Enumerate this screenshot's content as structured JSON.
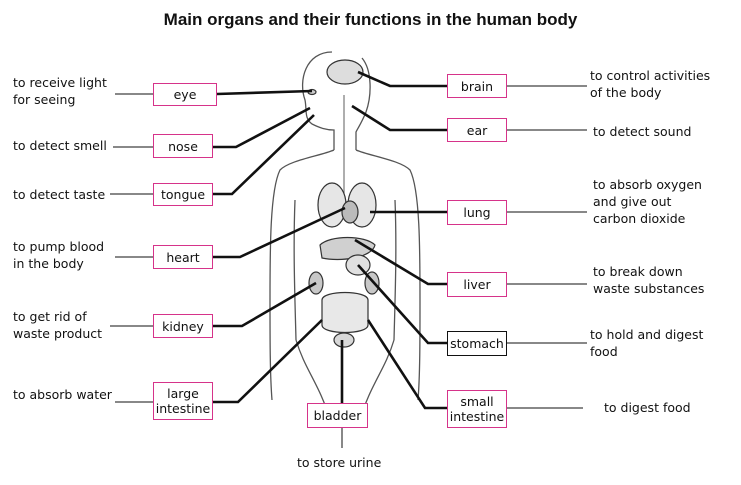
{
  "title": "Main organs and their functions in the human body",
  "organs": {
    "eye": "eye",
    "nose": "nose",
    "tongue": "tongue",
    "heart": "heart",
    "kidney": "kidney",
    "large_intestine": "large\nintestine",
    "bladder": "bladder",
    "brain": "brain",
    "ear": "ear",
    "lung": "lung",
    "liver": "liver",
    "stomach": "stomach",
    "small_intestine": "small\nintestine"
  },
  "functions": {
    "eye": "to receive light\nfor seeing",
    "nose": "to detect smell",
    "tongue": "to detect taste",
    "heart": "to pump blood\nin the body",
    "kidney": "to get rid of\nwaste product",
    "large_intestine": "to absorb water",
    "bladder": "to store urine",
    "brain": "to control activities\nof the body",
    "ear": "to detect sound",
    "lung": "to absorb oxygen\nand give out\ncarbon dioxide",
    "liver": "to break down\nwaste substances",
    "stomach": "to hold and digest\nfood",
    "small_intestine": "to digest food"
  },
  "colors": {
    "label_border": "#d6338a",
    "stomach_border": "#111111",
    "lines": "#111111"
  }
}
